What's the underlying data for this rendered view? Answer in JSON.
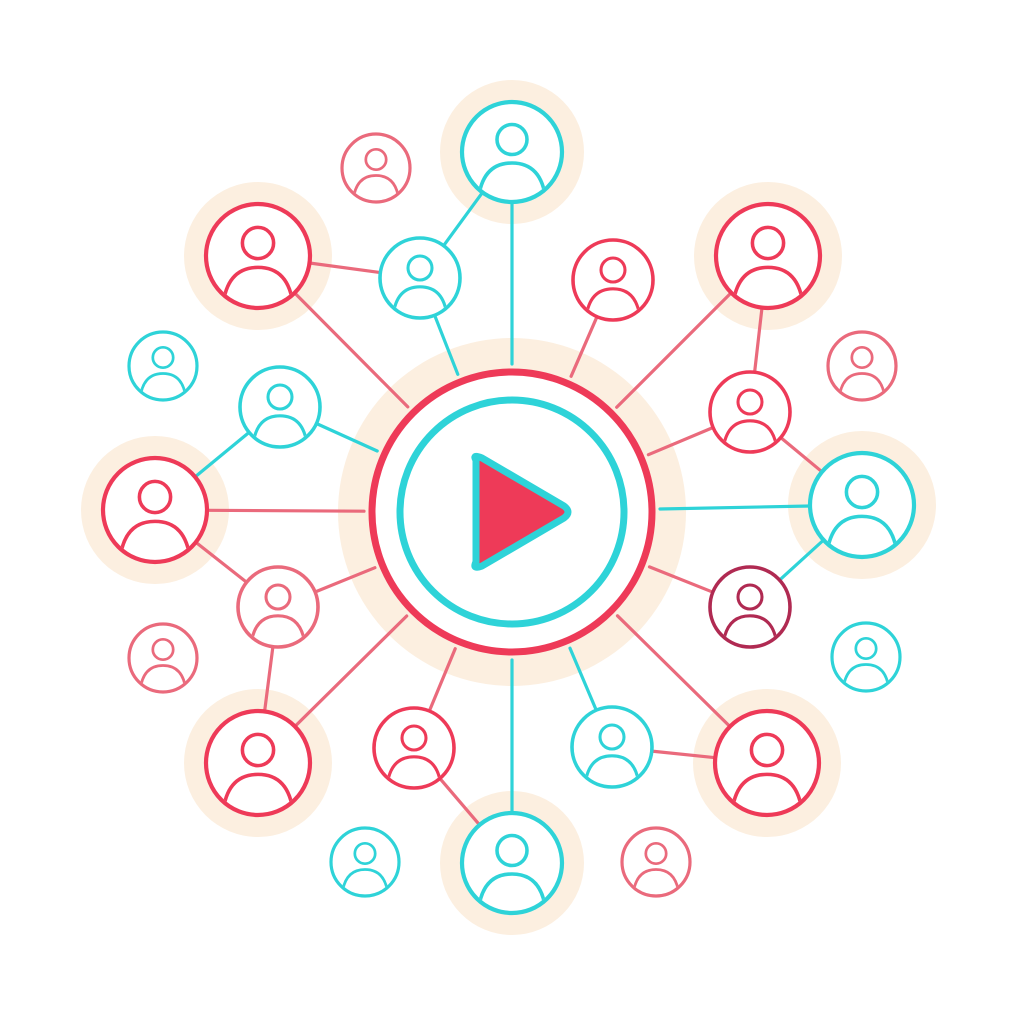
{
  "palette": {
    "red": "#ee3a58",
    "pink": "#ea6a7c",
    "cyan": "#2ed3d8",
    "maroon": "#b02a52",
    "halo": "#fcefe0",
    "background": "#ffffff"
  },
  "center": {
    "icon": "play-icon",
    "outer_ring_color": "red",
    "inner_ring_color": "cyan",
    "play_fill_color": "red",
    "play_outline_color": "cyan"
  },
  "people": [
    {
      "id": "top",
      "color": "cyan",
      "halo": true
    },
    {
      "id": "top-left-small",
      "color": "pink",
      "halo": false
    },
    {
      "id": "upper-left-large",
      "color": "red",
      "halo": true
    },
    {
      "id": "upper-inner-left",
      "color": "cyan",
      "halo": false
    },
    {
      "id": "upper-inner-right",
      "color": "red",
      "halo": false
    },
    {
      "id": "upper-right-large",
      "color": "red",
      "halo": true
    },
    {
      "id": "left-small-upper",
      "color": "cyan",
      "halo": false
    },
    {
      "id": "right-small-upper",
      "color": "pink",
      "halo": false
    },
    {
      "id": "mid-left-inner",
      "color": "cyan",
      "halo": false
    },
    {
      "id": "mid-right-inner",
      "color": "red",
      "halo": false
    },
    {
      "id": "left-large",
      "color": "red",
      "halo": true
    },
    {
      "id": "right-large",
      "color": "cyan",
      "halo": true
    },
    {
      "id": "lower-left-inner",
      "color": "pink",
      "halo": false
    },
    {
      "id": "lower-right-inner",
      "color": "maroon",
      "halo": false
    },
    {
      "id": "left-small-lower",
      "color": "pink",
      "halo": false
    },
    {
      "id": "right-small-lower",
      "color": "cyan",
      "halo": false
    },
    {
      "id": "lower-left-large",
      "color": "red",
      "halo": true
    },
    {
      "id": "bottom-inner-left",
      "color": "red",
      "halo": false
    },
    {
      "id": "bottom-inner-right",
      "color": "cyan",
      "halo": false
    },
    {
      "id": "lower-right-large",
      "color": "red",
      "halo": true
    },
    {
      "id": "bottom-left-small",
      "color": "cyan",
      "halo": false
    },
    {
      "id": "bottom",
      "color": "cyan",
      "halo": true
    },
    {
      "id": "bottom-right-small",
      "color": "pink",
      "halo": false
    }
  ],
  "links": [
    {
      "from": "center",
      "to": "top",
      "color": "cyan"
    },
    {
      "from": "center",
      "to": "upper-inner-left",
      "color": "cyan"
    },
    {
      "from": "upper-inner-left",
      "to": "top",
      "color": "cyan"
    },
    {
      "from": "upper-inner-left",
      "to": "upper-left-large",
      "color": "pink"
    },
    {
      "from": "center",
      "to": "upper-left-large",
      "color": "pink"
    },
    {
      "from": "center",
      "to": "upper-inner-right",
      "color": "pink"
    },
    {
      "from": "center",
      "to": "upper-right-large",
      "color": "pink"
    },
    {
      "from": "upper-right-large",
      "to": "mid-right-inner",
      "color": "pink"
    },
    {
      "from": "center",
      "to": "mid-right-inner",
      "color": "pink"
    },
    {
      "from": "mid-right-inner",
      "to": "right-large",
      "color": "pink"
    },
    {
      "from": "center",
      "to": "mid-left-inner",
      "color": "cyan"
    },
    {
      "from": "mid-left-inner",
      "to": "left-large",
      "color": "cyan"
    },
    {
      "from": "center",
      "to": "left-large",
      "color": "pink"
    },
    {
      "from": "center",
      "to": "right-large",
      "color": "cyan"
    },
    {
      "from": "center",
      "to": "lower-left-inner",
      "color": "pink"
    },
    {
      "from": "left-large",
      "to": "lower-left-inner",
      "color": "pink"
    },
    {
      "from": "lower-left-inner",
      "to": "lower-left-large",
      "color": "pink"
    },
    {
      "from": "center",
      "to": "lower-left-large",
      "color": "pink"
    },
    {
      "from": "center",
      "to": "lower-right-inner",
      "color": "pink"
    },
    {
      "from": "lower-right-inner",
      "to": "right-large",
      "color": "cyan"
    },
    {
      "from": "center",
      "to": "lower-right-large",
      "color": "pink"
    },
    {
      "from": "center",
      "to": "bottom-inner-left",
      "color": "pink"
    },
    {
      "from": "bottom-inner-left",
      "to": "bottom",
      "color": "pink"
    },
    {
      "from": "center",
      "to": "bottom",
      "color": "cyan"
    },
    {
      "from": "center",
      "to": "bottom-inner-right",
      "color": "cyan"
    },
    {
      "from": "bottom-inner-right",
      "to": "lower-right-large",
      "color": "pink"
    }
  ]
}
